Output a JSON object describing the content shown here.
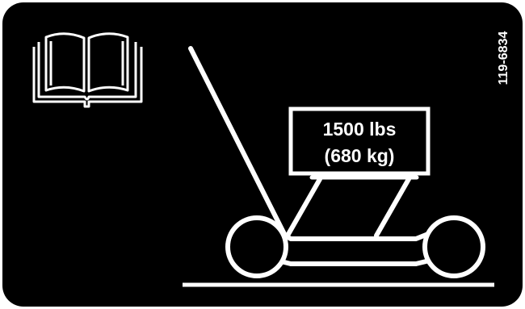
{
  "decal": {
    "background_color": "#000000",
    "line_color": "#ffffff",
    "icons": [
      "read-manual-book-icon",
      "jack-stand-lift-icon"
    ],
    "load_capacity_lbs": "1500 lbs",
    "load_capacity_kg": "(680 kg)",
    "part_number": "119-6834"
  }
}
